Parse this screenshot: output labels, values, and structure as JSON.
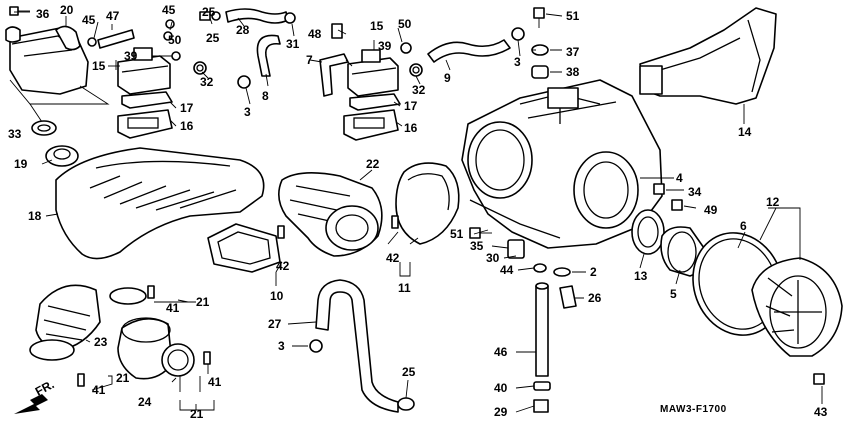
{
  "diagram": {
    "code": "MAW3-F1700",
    "front_label": "FR.",
    "labels": {
      "p2": "2",
      "p3a": "3",
      "p3b": "3",
      "p3c": "3",
      "p4": "4",
      "p5": "5",
      "p6": "6",
      "p7": "7",
      "p8": "8",
      "p9": "9",
      "p10": "10",
      "p11": "11",
      "p12": "12",
      "p13": "13",
      "p14": "14",
      "p15a": "15",
      "p15b": "15",
      "p16a": "16",
      "p16b": "16",
      "p17a": "17",
      "p17b": "17",
      "p18": "18",
      "p19": "19",
      "p20": "20",
      "p21a": "21",
      "p21b": "21",
      "p21c": "21",
      "p22": "22",
      "p23": "23",
      "p24": "24",
      "p25a": "25",
      "p25b": "25",
      "p26": "26",
      "p27": "27",
      "p28": "28",
      "p29": "29",
      "p30": "30",
      "p31": "31",
      "p32a": "32",
      "p32b": "32",
      "p33": "33",
      "p34": "34",
      "p35": "35",
      "p36": "36",
      "p37": "37",
      "p38": "38",
      "p39a": "39",
      "p39b": "39",
      "p40": "40",
      "p41a": "41",
      "p41b": "41",
      "p41c": "41",
      "p42a": "42",
      "p42b": "42",
      "p43": "43",
      "p44": "44",
      "p45a": "45",
      "p45b": "45",
      "p46": "46",
      "p47": "47",
      "p48": "48",
      "p49": "49",
      "p50a": "50",
      "p50b": "50",
      "p51a": "51",
      "p51b": "51"
    }
  }
}
